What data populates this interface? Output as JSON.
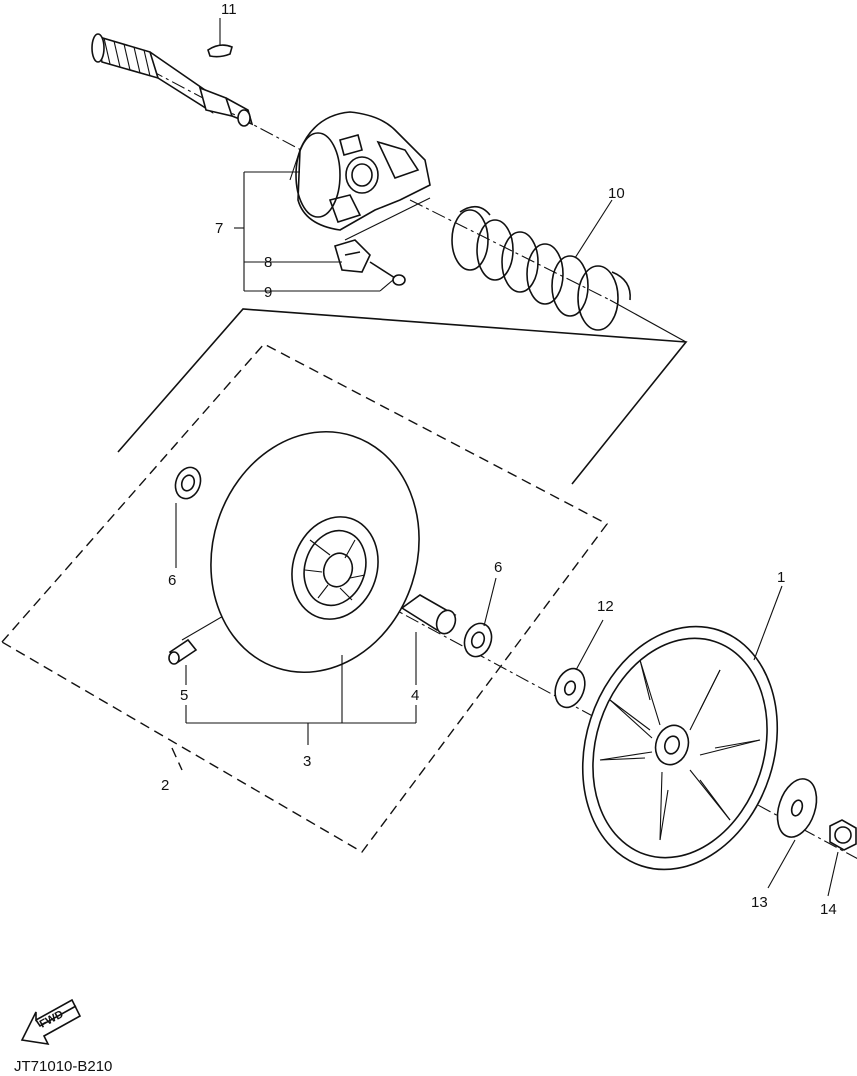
{
  "diagram": {
    "code": "JT71010-B210",
    "fwd_label": "FWD",
    "callouts": {
      "c1": "1",
      "c2": "2",
      "c3": "3",
      "c4": "4",
      "c5": "5",
      "c6a": "6",
      "c6b": "6",
      "c7": "7",
      "c8": "8",
      "c9": "9",
      "c10": "10",
      "c11": "11",
      "c12": "12",
      "c13": "13",
      "c14": "14"
    }
  }
}
